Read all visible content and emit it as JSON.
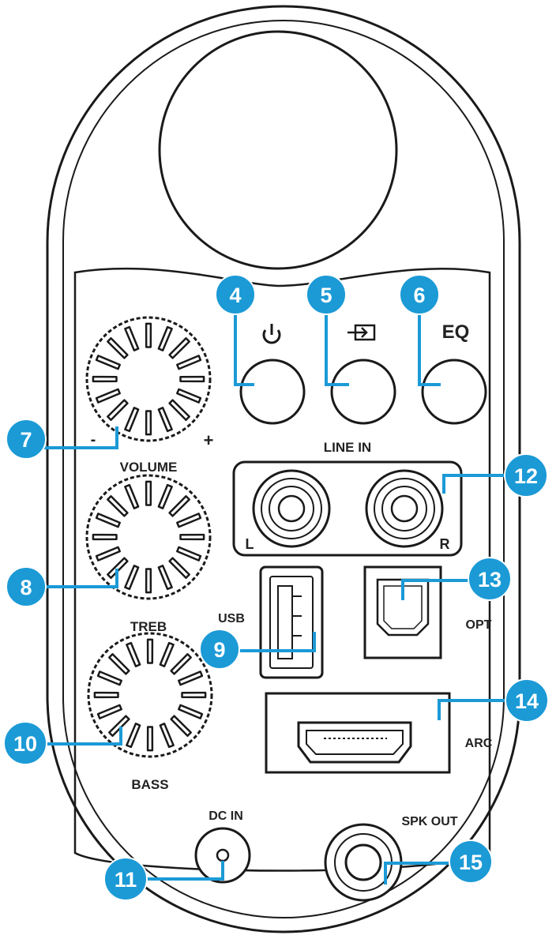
{
  "colors": {
    "callout": "#1b9ad6",
    "outline": "#1a1a1a",
    "background": "#ffffff"
  },
  "labels": {
    "eq": "EQ",
    "line_in": "LINE IN",
    "left": "L",
    "right": "R",
    "usb": "USB",
    "opt": "OPT",
    "arc": "ARC",
    "dc_in": "DC IN",
    "spk_out": "SPK OUT",
    "volume": "VOLUME",
    "treb": "TREB",
    "bass": "BASS",
    "minus": "-",
    "plus": "+"
  },
  "icons": {
    "power": "power-icon",
    "source": "source-input-icon"
  },
  "callouts": [
    {
      "id": "4",
      "label": "4"
    },
    {
      "id": "5",
      "label": "5"
    },
    {
      "id": "6",
      "label": "6"
    },
    {
      "id": "7",
      "label": "7"
    },
    {
      "id": "8",
      "label": "8"
    },
    {
      "id": "9",
      "label": "9"
    },
    {
      "id": "10",
      "label": "10"
    },
    {
      "id": "11",
      "label": "11"
    },
    {
      "id": "12",
      "label": "12"
    },
    {
      "id": "13",
      "label": "13"
    },
    {
      "id": "14",
      "label": "14"
    },
    {
      "id": "15",
      "label": "15"
    }
  ]
}
